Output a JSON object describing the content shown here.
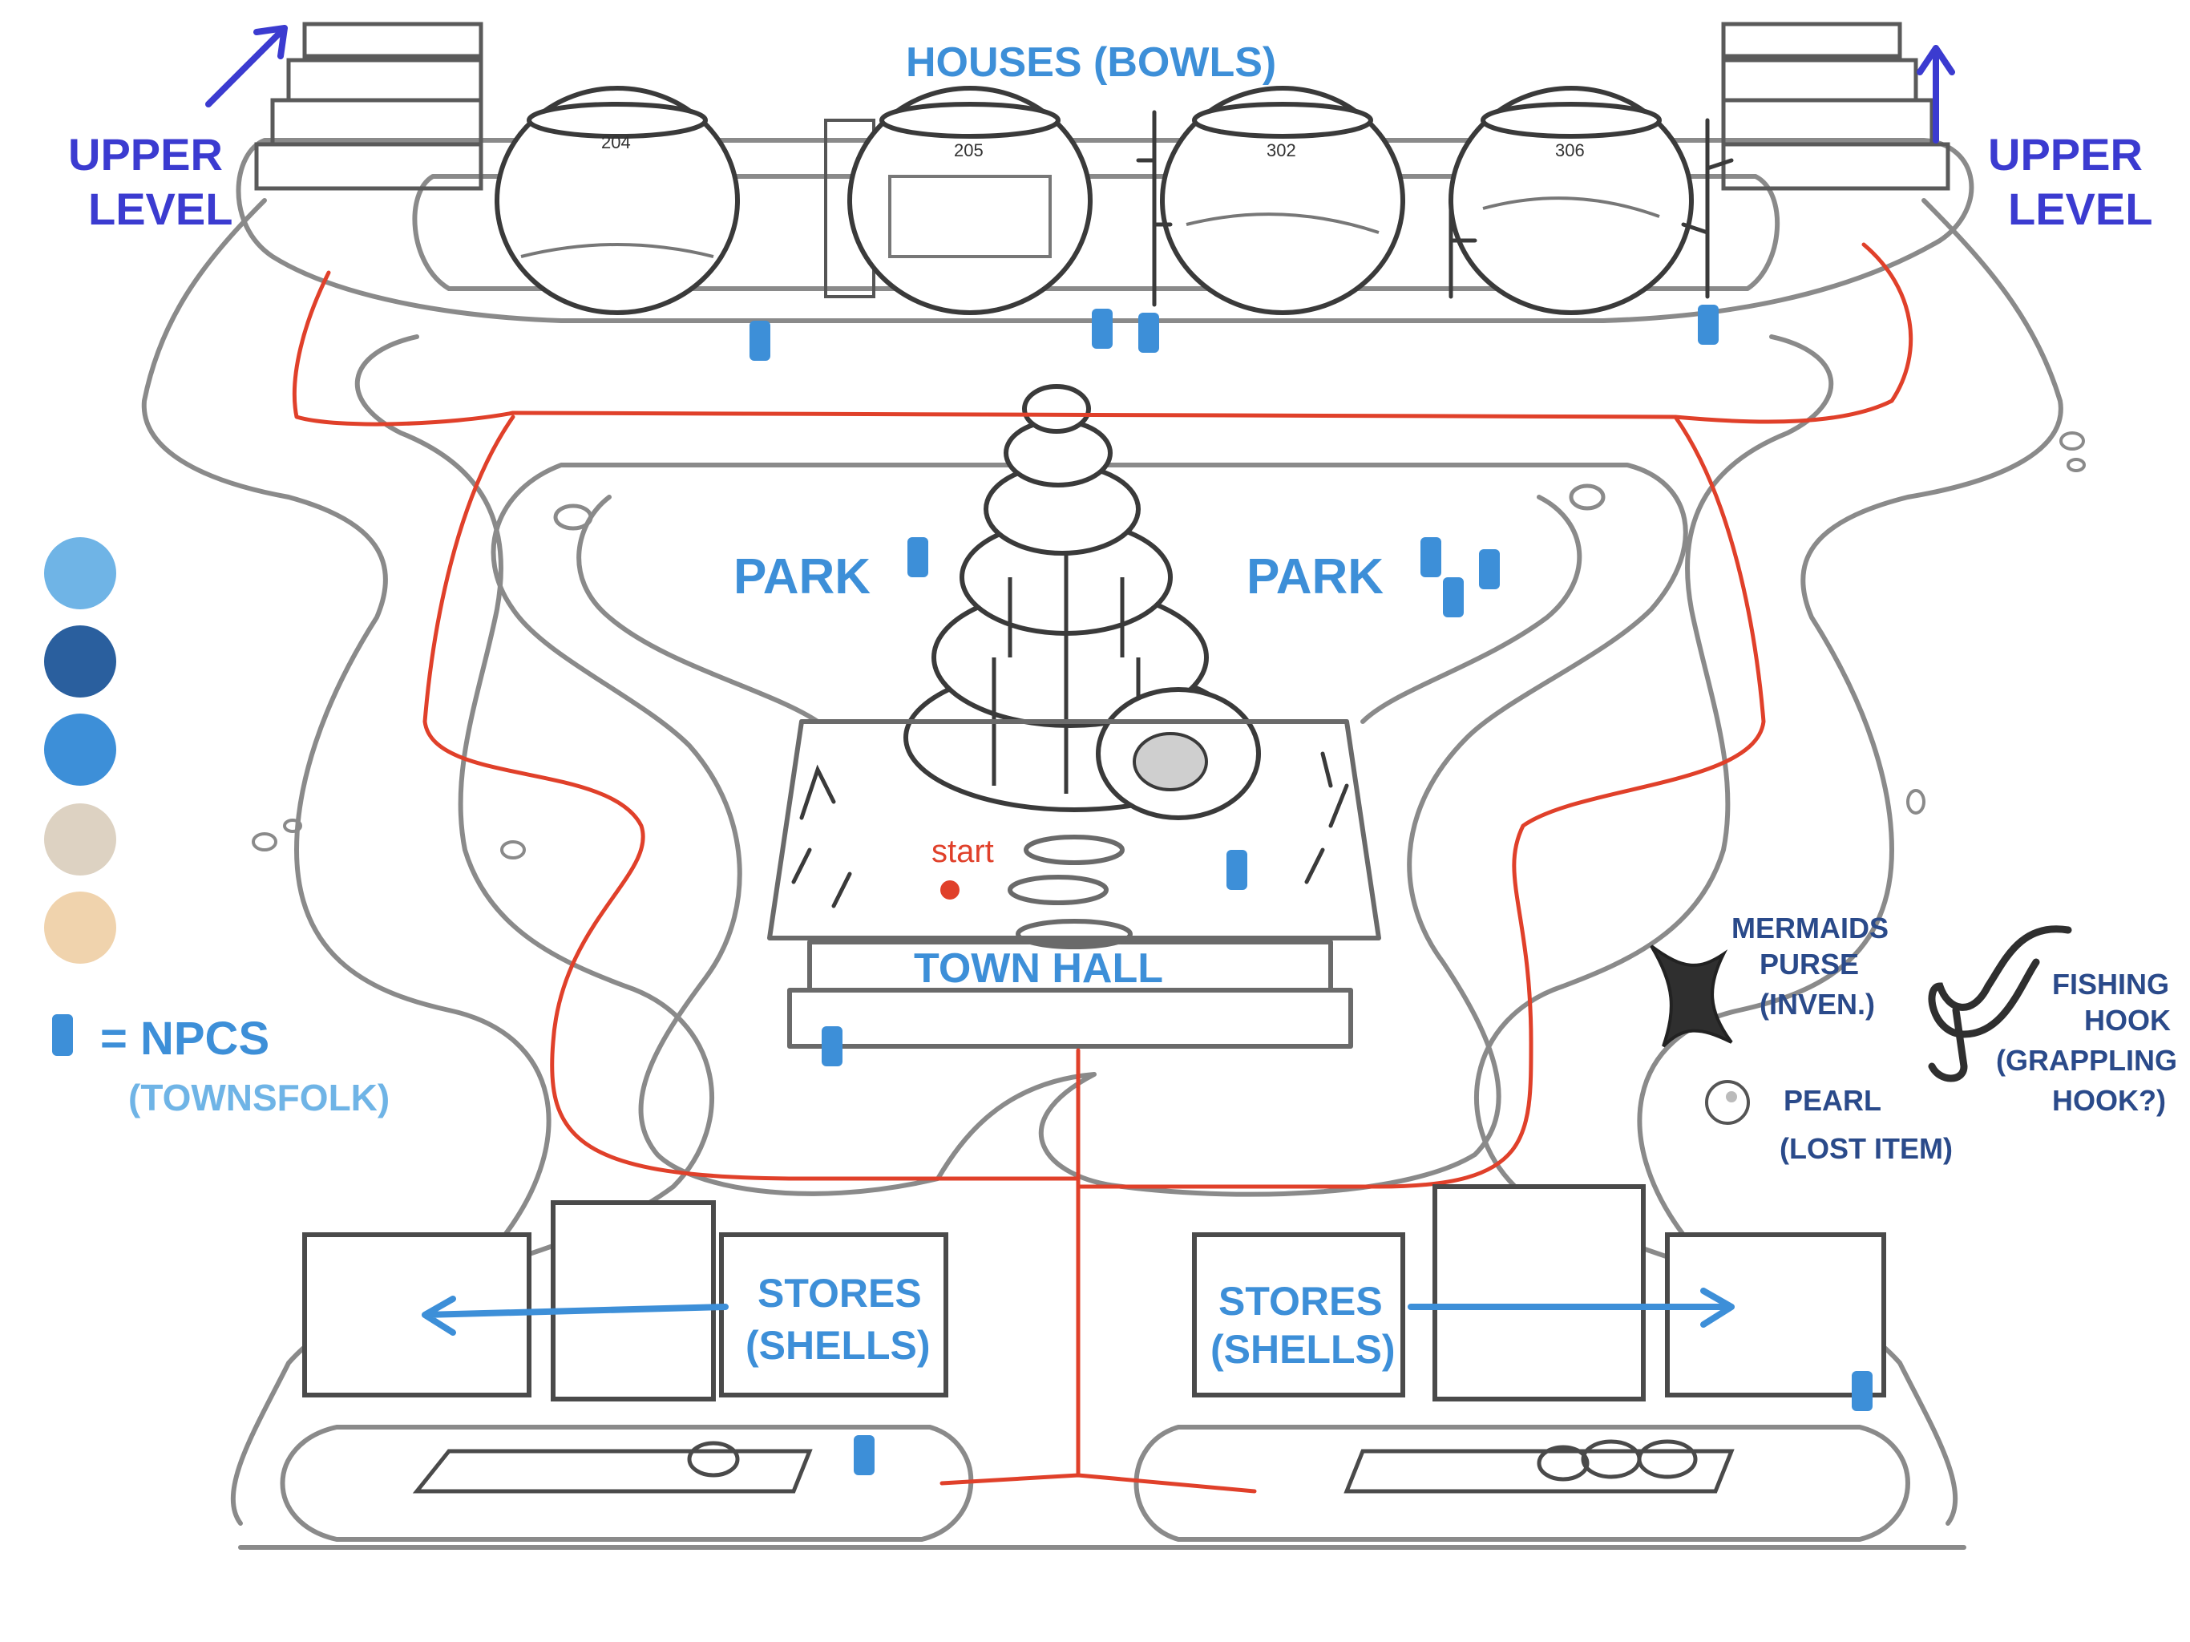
{
  "labels": {
    "houses": "HOUSES (BOWLS)",
    "upper_level_line1": "UPPER",
    "upper_level_line2": "LEVEL",
    "park": "PARK",
    "start": "start",
    "town_hall": "TOWN HALL",
    "stores_line1": "STORES",
    "stores_line2": "(SHELLS)"
  },
  "bowls": [
    "204",
    "205",
    "302",
    "306"
  ],
  "legend": {
    "npc_eq": "= NPCS",
    "npc_sub": "(TOWNSFOLK)",
    "swatches": [
      "#6fb4e6",
      "#2a5f9e",
      "#3d8fd8",
      "#ddd2c2",
      "#f0d3ad"
    ]
  },
  "items": {
    "mermaid_line1": "MERMAIDS",
    "mermaid_line2": "PURSE",
    "mermaid_line3": "(INVEN.)",
    "hook_line1": "FISHING",
    "hook_line2": "HOOK",
    "hook_line3": "(GRAPPLING",
    "hook_line4": "HOOK?)",
    "pearl_line1": "PEARL",
    "pearl_line2": "(LOST ITEM)"
  },
  "colors": {
    "ink": "#3a3a3a",
    "label_blue": "#3d8fd8",
    "label_purple": "#3b3bd0",
    "path_red": "#e0402a",
    "npc": "#3d8fd8",
    "item_navy": "#2a4a8a"
  }
}
